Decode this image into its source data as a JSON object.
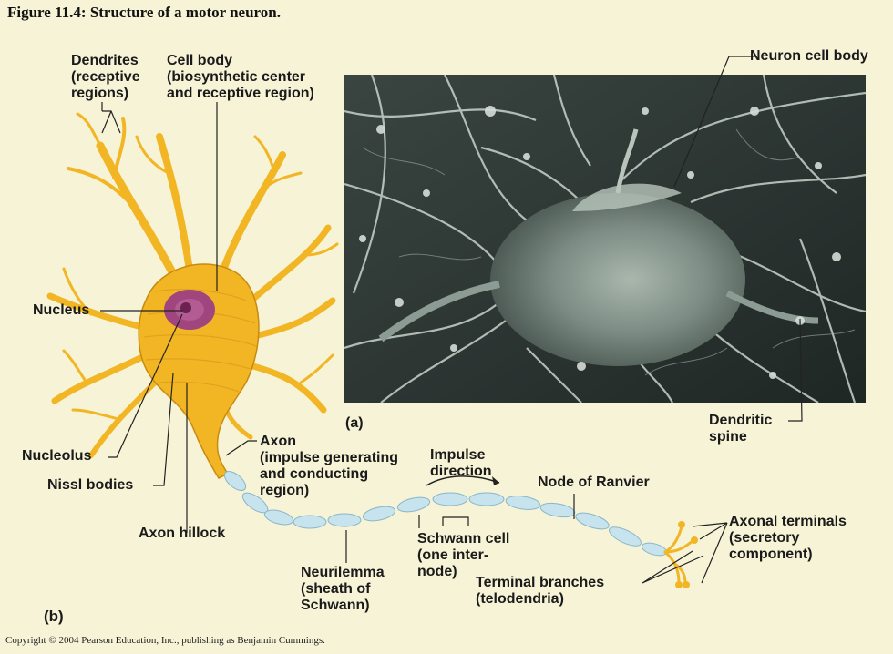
{
  "figure": {
    "title": "Figure 11.4: Structure of a motor neuron.",
    "copyright": "Copyright © 2004 Pearson Education, Inc., publishing as Benjamin Cummings."
  },
  "panels": {
    "a": "(a)",
    "b": "(b)"
  },
  "labels": {
    "dendrites": "Dendrites\n(receptive\nregions)",
    "cell_body": "Cell body\n(biosynthetic center\nand receptive region)",
    "nucleus": "Nucleus",
    "nucleolus": "Nucleolus",
    "nissl_bodies": "Nissl bodies",
    "axon_hillock": "Axon hillock",
    "axon": "Axon\n(impulse generating\nand conducting\nregion)",
    "impulse_direction": "Impulse\ndirection",
    "node_of_ranvier": "Node of Ranvier",
    "schwann_cell": "Schwann cell\n(one inter-\nnode)",
    "neurilemma": "Neurilemma\n(sheath of\nSchwann)",
    "terminal_branches": "Terminal branches\n(telodendria)",
    "axonal_terminals": "Axonal terminals\n(secretory\ncomponent)",
    "neuron_cell_body": "Neuron cell body",
    "dendritic_spine": "Dendritic\nspine"
  },
  "colors": {
    "background": "#f6f3d6",
    "neuron_fill": "#f2b624",
    "neuron_stroke": "#c98a10",
    "nucleus": "#a1457f",
    "myelin": "#c6e3ee",
    "micrograph": "#2b3531"
  }
}
